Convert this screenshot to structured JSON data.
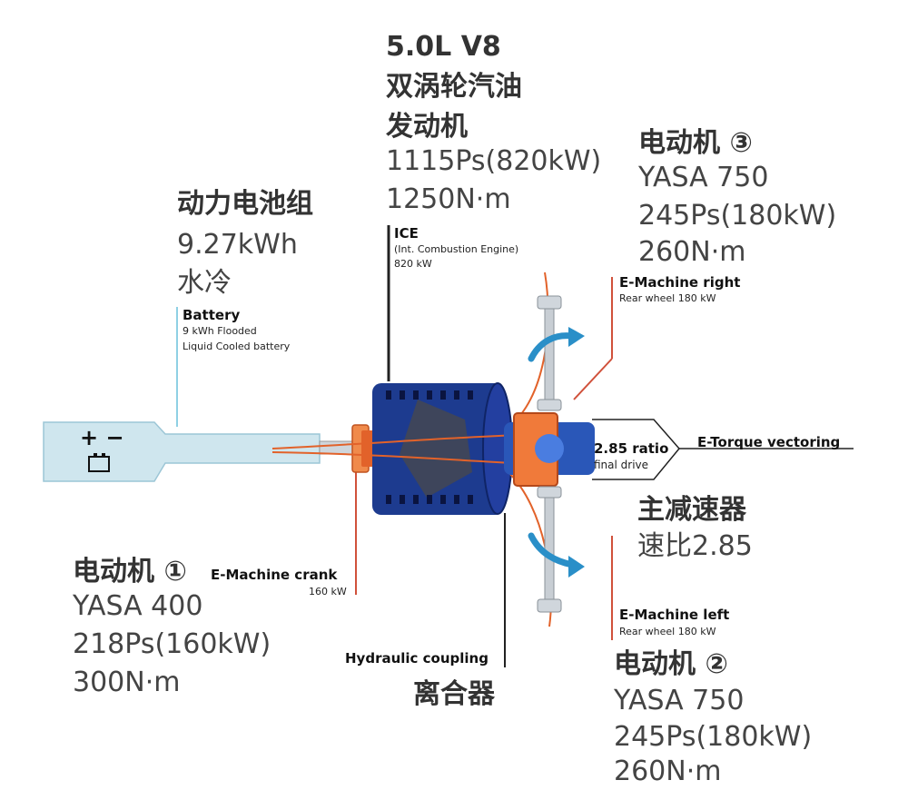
{
  "engine_cn": {
    "title_line1": "5.0L V8",
    "title_line2": "双涡轮汽油",
    "title_line3": "发动机",
    "power": "1115Ps(820kW)",
    "torque": "1250N·m"
  },
  "ice": {
    "label": "ICE",
    "sub": "(Int. Combustion Engine)",
    "power": "820 kW"
  },
  "battery_cn": {
    "title": "动力电池组",
    "capacity": "9.27kWh",
    "cooling": "水冷"
  },
  "battery": {
    "label": "Battery",
    "line1": "9 kWh Flooded",
    "line2": "Liquid Cooled battery",
    "symbol": "+ −"
  },
  "motor3_cn": {
    "title": "电动机 ③",
    "model": "YASA 750",
    "power": "245Ps(180kW)",
    "torque": "260N·m"
  },
  "emachine_right": {
    "label": "E-Machine right",
    "sub": "Rear wheel 180 kW"
  },
  "gearbox": {
    "ratio": "2.85 ratio",
    "sub": "final drive",
    "torque_vectoring": "E-Torque vectoring"
  },
  "reducer_cn": {
    "title": "主减速器",
    "ratio": "速比2.85"
  },
  "motor1_cn": {
    "title": "电动机 ①",
    "model": "YASA 400",
    "power": "218Ps(160kW)",
    "torque": "300N·m"
  },
  "emachine_crank": {
    "label": "E-Machine crank",
    "sub": "160 kW"
  },
  "emachine_left": {
    "label": "E-Machine left",
    "sub": "Rear wheel 180 kW"
  },
  "coupling": {
    "label": "Hydraulic coupling",
    "cn": "离合器"
  },
  "motor2_cn": {
    "title": "电动机 ②",
    "model": "YASA 750",
    "power": "245Ps(180kW)",
    "torque": "260N·m"
  },
  "colors": {
    "engine_blue": "#1d3b8f",
    "orange": "#e2622a",
    "battery_fill": "#cfe6ee",
    "arrow_blue": "#2a8fc8",
    "leader_red": "#d0513b",
    "leader_blue": "#7cc6dd"
  }
}
